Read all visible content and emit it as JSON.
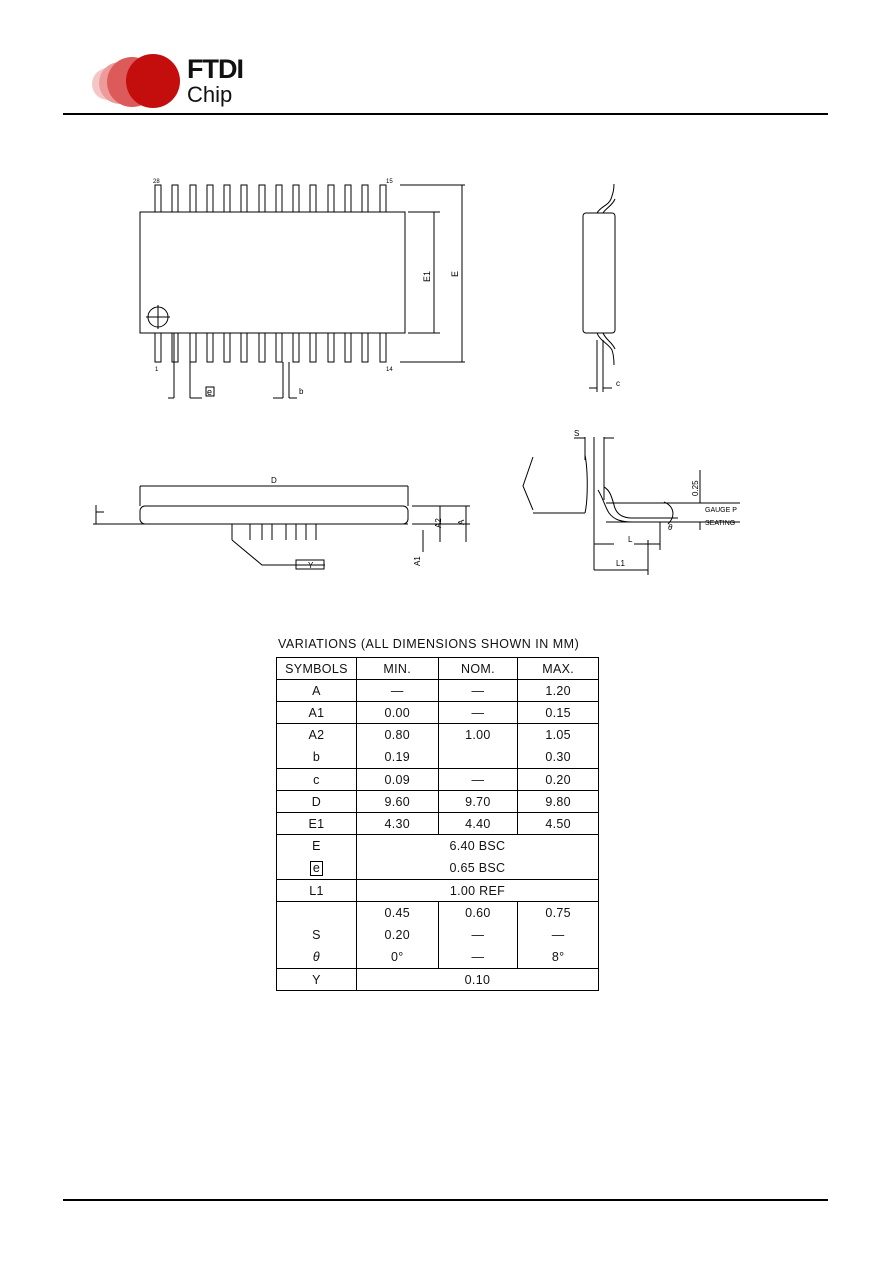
{
  "header": {
    "logo": {
      "brand": "FTDI",
      "sub": "Chip"
    }
  },
  "drawing": {
    "top_view": {
      "pin_top_left": "28",
      "pin_top_right": "15",
      "pin_bottom_left": "1",
      "pin_bottom_right": "14",
      "label_e_pitch": "e",
      "label_b": "b",
      "label_E1": "E1",
      "label_E": "E"
    },
    "side_view": {
      "label_c": "c"
    },
    "front_view": {
      "label_D": "D",
      "label_A2": "A2",
      "label_A": "A",
      "label_A1": "A1",
      "label_Y": "Y"
    },
    "lead_detail": {
      "label_S": "S",
      "label_025": "0.25",
      "label_gauge": "GAUGE P",
      "label_seating": "SEATING",
      "label_L": "L",
      "label_L1": "L1",
      "label_theta": "θ"
    }
  },
  "table": {
    "caption": "VARIATIONS (ALL DIMENSIONS SHOWN IN MM)",
    "headers": [
      "SYMBOLS",
      "MIN.",
      "NOM.",
      "MAX."
    ],
    "rows": {
      "A": [
        "A",
        "—",
        "—",
        "1.20"
      ],
      "A1": [
        "A1",
        "0.00",
        "—",
        "0.15"
      ],
      "A2": [
        "A2",
        "0.80",
        "1.00",
        "1.05"
      ],
      "b": [
        "b",
        "0.19",
        "",
        "0.30"
      ],
      "c": [
        "c",
        "0.09",
        "—",
        "0.20"
      ],
      "D": [
        "D",
        "9.60",
        "9.70",
        "9.80"
      ],
      "E1": [
        "E1",
        "4.30",
        "4.40",
        "4.50"
      ],
      "E": [
        "E",
        "6.40 BSC"
      ],
      "e": [
        "e",
        "0.65 BSC"
      ],
      "L1": [
        "L1",
        "1.00 REF"
      ],
      "L": [
        "",
        "0.45",
        "0.60",
        "0.75"
      ],
      "S": [
        "S",
        "0.20",
        "—",
        "—"
      ],
      "theta": [
        "θ",
        "0°",
        "—",
        "8°"
      ],
      "Y": [
        "Y",
        "0.10"
      ]
    }
  }
}
